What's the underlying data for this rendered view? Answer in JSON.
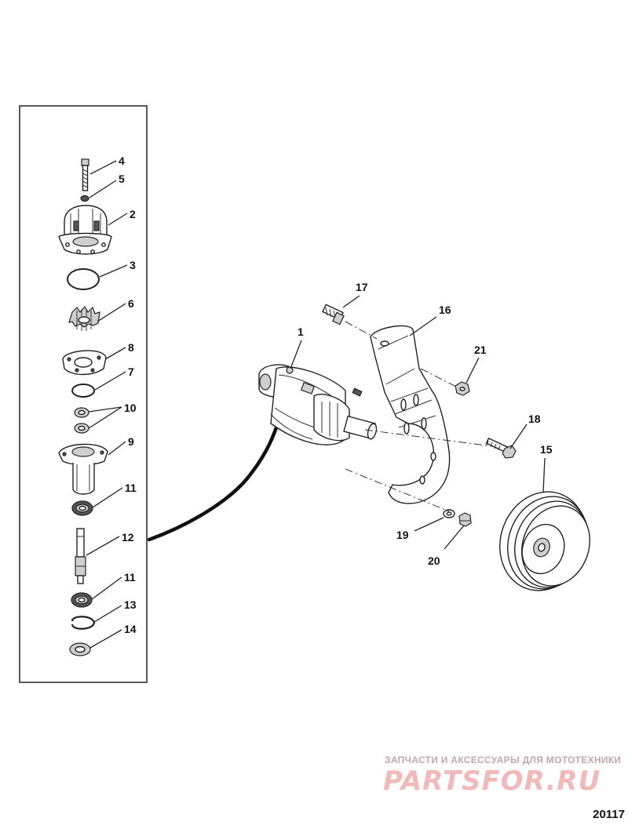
{
  "diagram_number": "20117",
  "watermark": {
    "tagline": "ЗАПЧАСТИ И АКСЕССУАРЫ ДЛЯ МОТОТЕХНИКИ",
    "logo": "PARTSFOR.RU"
  },
  "callouts": {
    "c1": "1",
    "c2": "2",
    "c3": "3",
    "c4": "4",
    "c5": "5",
    "c6": "6",
    "c7": "7",
    "c8": "8",
    "c9": "9",
    "c10": "10",
    "c11a": "11",
    "c11b": "11",
    "c12": "12",
    "c13": "13",
    "c14": "14",
    "c15": "15",
    "c16": "16",
    "c17": "17",
    "c18": "18",
    "c19": "19",
    "c20": "20",
    "c21": "21"
  }
}
